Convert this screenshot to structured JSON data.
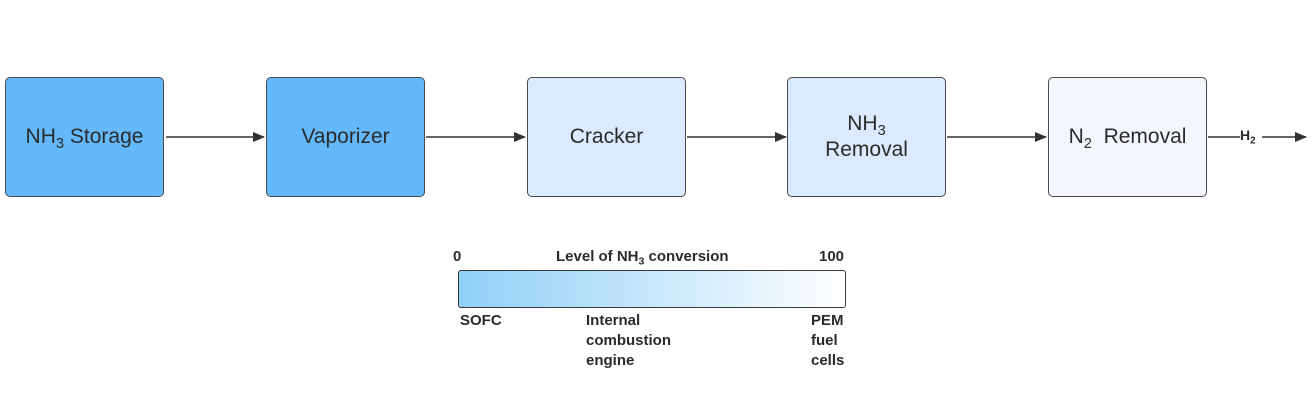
{
  "boxes": [
    {
      "id": "nh3-storage",
      "pre": "NH",
      "sub": "3",
      "post": " Storage",
      "fill": "#64b8fc"
    },
    {
      "id": "vaporizer",
      "pre": "Vaporizer",
      "sub": "",
      "post": "",
      "fill": "#64b8fc"
    },
    {
      "id": "cracker",
      "pre": "Cracker",
      "sub": "",
      "post": "",
      "fill": "#dbeafe"
    },
    {
      "id": "nh3-removal",
      "pre": "NH",
      "sub": "3",
      "post": "",
      "line2": "Removal",
      "fill": "#dbeafe"
    },
    {
      "id": "n2-removal",
      "pre": "N",
      "sub": "2",
      "post": "  Removal",
      "fill": "#f3f7fd"
    }
  ],
  "output": {
    "pre": "H",
    "sub": "2"
  },
  "scale": {
    "min_label": "0",
    "max_label": "100",
    "title_pre": "Level of NH",
    "title_sub": "3",
    "title_post": " conversion",
    "gradient_start": "#8fd0f7",
    "gradient_end": "#ffffff",
    "markers": [
      {
        "id": "sofc",
        "lines": [
          "SOFC"
        ]
      },
      {
        "id": "ice",
        "lines": [
          "Internal",
          "combustion",
          "engine"
        ]
      },
      {
        "id": "pem",
        "lines": [
          "PEM",
          "fuel",
          "cells"
        ]
      }
    ]
  },
  "colors": {
    "stroke": "#4a4a4a",
    "arrow": "#333333",
    "text": "#2b2b2b"
  }
}
